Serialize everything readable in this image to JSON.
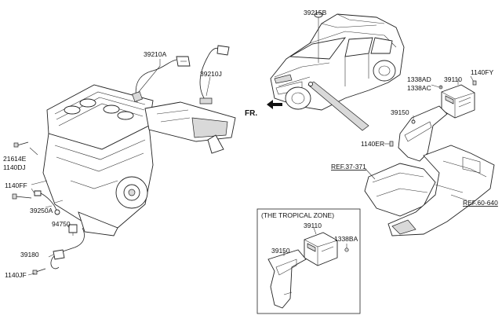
{
  "labels": {
    "p39215B": "39215B",
    "p39210A": "39210A",
    "p39210J": "39210J",
    "p21614E": "21614E",
    "p1140DJ": "1140DJ",
    "p1140FF": "1140FF",
    "p39250A": "39250A",
    "p94750": "94750",
    "p39180": "39180",
    "p1140JF": "1140JF",
    "p1338AD": "1338AD",
    "p1338AC": "1338AC",
    "p39110": "39110",
    "p1140FY": "1140FY",
    "p39150": "39150",
    "p1140ER": "1140ER",
    "ref37": "REF.37-371",
    "ref60": "REF.60-640",
    "fr": "FR.",
    "tropical_title": "(THE TROPICAL ZONE)",
    "t39110": "39110",
    "t1338BA": "1338BA",
    "t39150": "39150"
  }
}
